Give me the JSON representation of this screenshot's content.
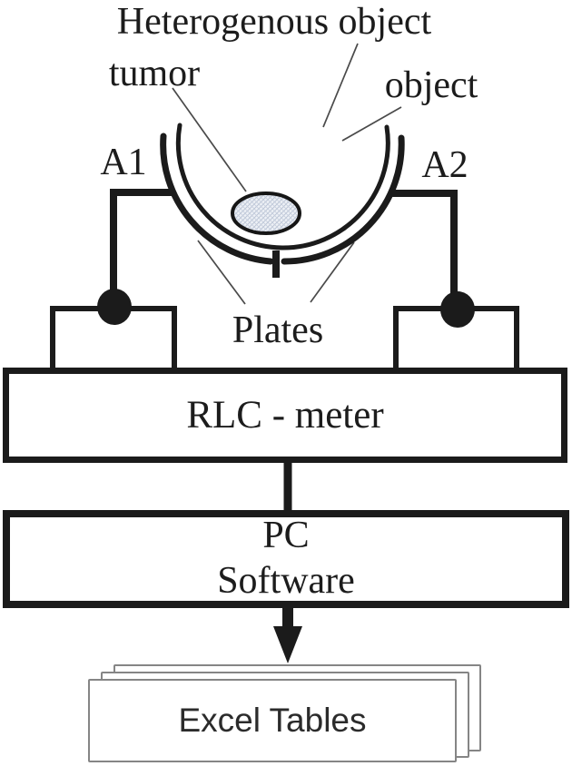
{
  "diagram": {
    "title": "Heterogenous object",
    "labels": {
      "tumor": "tumor",
      "object": "object",
      "electrode_left": "A1",
      "electrode_right": "A2",
      "plates": "Plates"
    },
    "boxes": {
      "rlc_meter": "RLC - meter",
      "pc_line1": "PC",
      "pc_line2": "Software",
      "excel_tables": "Excel Tables"
    },
    "colors": {
      "ink": "#1b1b1b",
      "leader_line": "#4a4a4a",
      "text": "#1c1c1c",
      "page_border": "#858585",
      "tumor_fill_bg": "#eef1f6",
      "tumor_fill_hatch": "#bcc6d6",
      "background": "#ffffff"
    }
  }
}
